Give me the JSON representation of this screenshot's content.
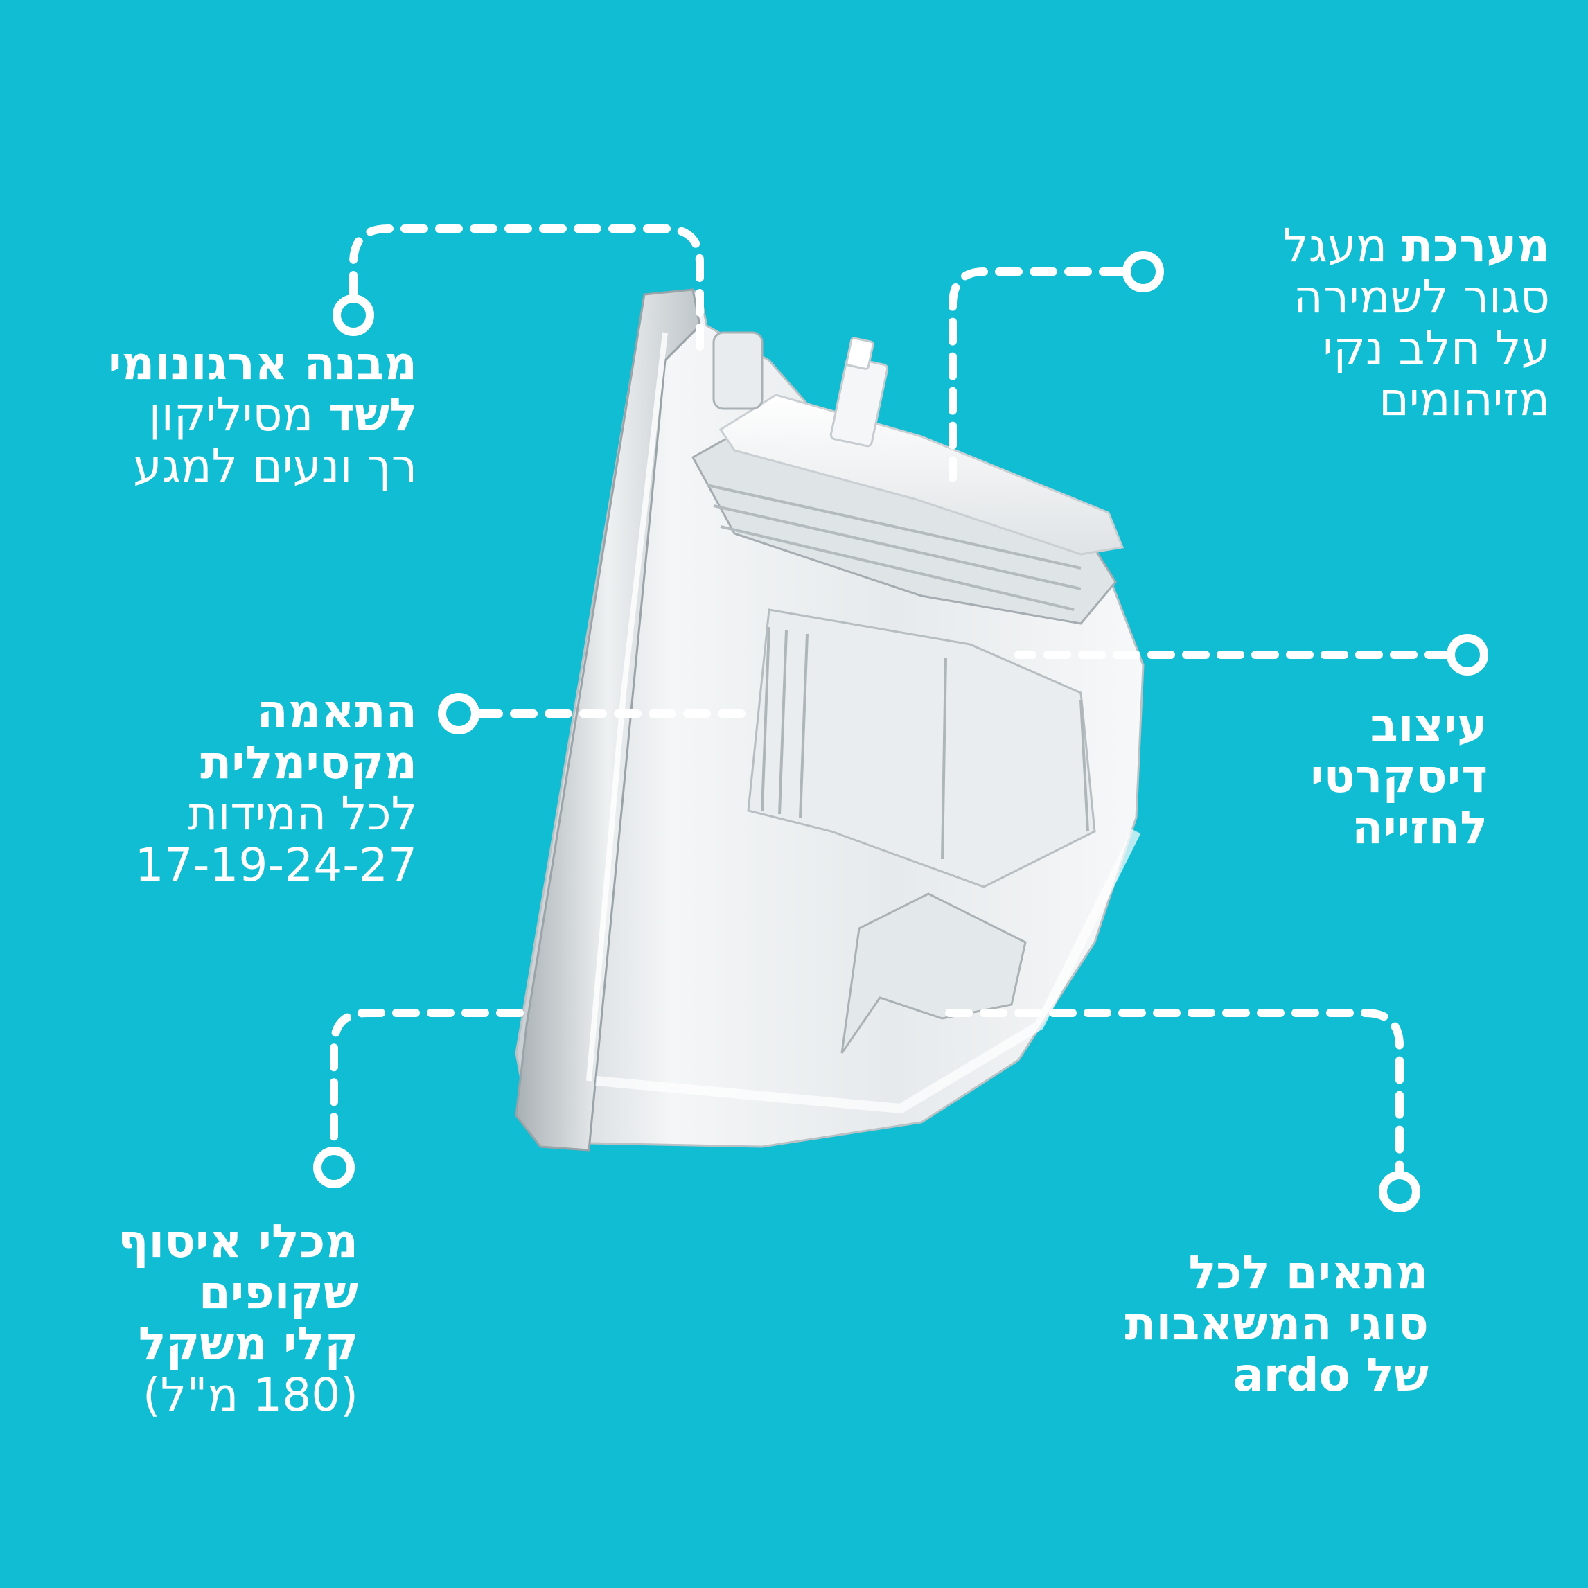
{
  "background_color": "#11bdd2",
  "foreground_color": "#ffffff",
  "product": {
    "name_icon": "breast-pump-cup-illustration"
  },
  "callouts": [
    {
      "id": "ergonomic",
      "lines": [
        {
          "bold": "מבנה ארגונומי",
          "regular": ""
        },
        {
          "bold": "לשד",
          "regular": " מסיליקון"
        },
        {
          "bold": "",
          "regular": "רך ונעים למגע"
        }
      ]
    },
    {
      "id": "closed-system",
      "lines": [
        {
          "bold": "מערכת",
          "regular": " מעגל"
        },
        {
          "bold": "",
          "regular": "סגור לשמירה"
        },
        {
          "bold": "",
          "regular": "על חלב נקי"
        },
        {
          "bold": "",
          "regular": "מזיהומים"
        }
      ]
    },
    {
      "id": "max-fit",
      "lines": [
        {
          "bold": "התאמה",
          "regular": ""
        },
        {
          "bold": "מקסימלית",
          "regular": ""
        },
        {
          "bold": "",
          "regular": "לכל המידות"
        },
        {
          "bold": "",
          "regular": "17-19-24-27"
        }
      ]
    },
    {
      "id": "discreet",
      "lines": [
        {
          "bold": "עיצוב",
          "regular": ""
        },
        {
          "bold": "דיסקרטי",
          "regular": ""
        },
        {
          "bold": "לחזייה",
          "regular": ""
        }
      ]
    },
    {
      "id": "containers",
      "lines": [
        {
          "bold": "מכלי איסוף",
          "regular": ""
        },
        {
          "bold": "שקופים",
          "regular": ""
        },
        {
          "bold": "קלי משקל",
          "regular": ""
        },
        {
          "bold": "",
          "regular": "(180 מ\"ל)"
        }
      ]
    },
    {
      "id": "compatible",
      "lines": [
        {
          "bold": "מתאים לכל",
          "regular": ""
        },
        {
          "bold": "סוגי המשאבות",
          "regular": ""
        },
        {
          "bold": "של ardo",
          "regular": ""
        }
      ]
    }
  ]
}
